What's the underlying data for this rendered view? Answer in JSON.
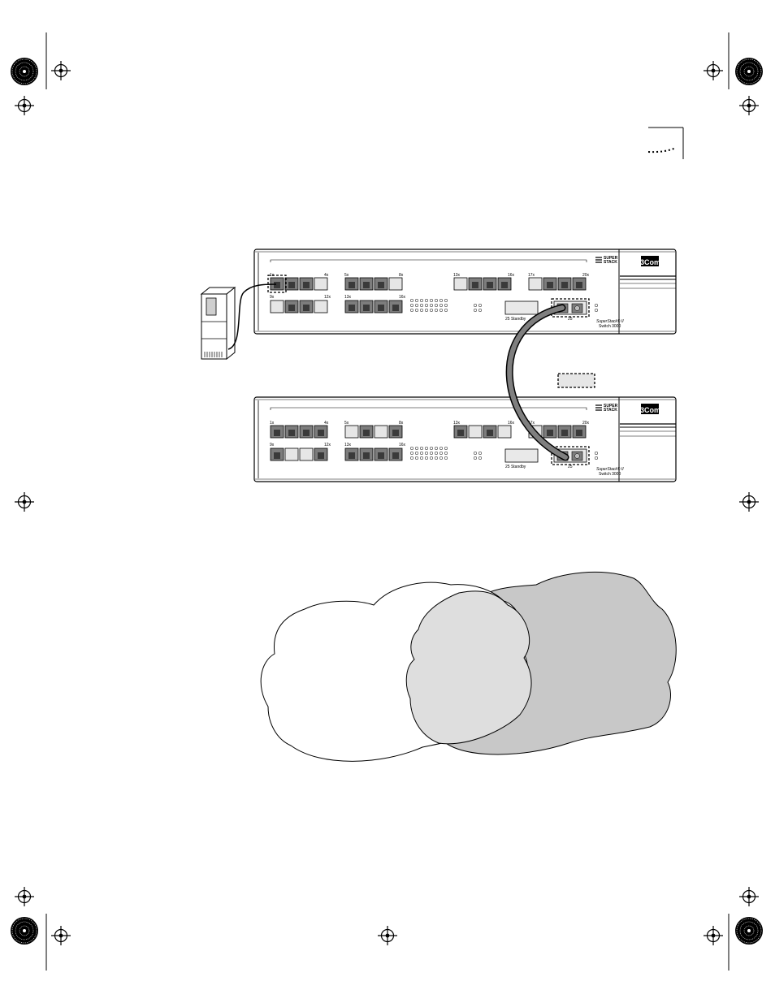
{
  "switches": [
    {
      "model_label": "SuperStack® II",
      "model_sub": "Switch 3000",
      "brand_line1": "SUPER",
      "brand_line2": "STACK",
      "logo_text": "3Com",
      "port_labels_top": [
        "1x",
        "4x",
        "5x",
        "8x",
        "13x",
        "16x",
        "17x",
        "20x"
      ],
      "port_labels_bottom": [
        "9x",
        "12x",
        "13x",
        "16x"
      ],
      "module_label_left": "25 Standby",
      "module_label_right": "25"
    },
    {
      "model_label": "SuperStack® II",
      "model_sub": "Switch 3000",
      "brand_line1": "SUPER",
      "brand_line2": "STACK",
      "logo_text": "3Com",
      "port_labels_top": [
        "1x",
        "4x",
        "5x",
        "8x",
        "13x",
        "16x",
        "17x",
        "20x"
      ],
      "port_labels_bottom": [
        "9x",
        "12x",
        "13x",
        "16x"
      ],
      "module_label_left": "25 Standby",
      "module_label_right": "25"
    }
  ],
  "icons": {
    "registration_mark": "registration-mark-icon",
    "crop_wheel": "crop-wheel-icon",
    "workstation": "workstation-icon",
    "cloud": "cloud-icon"
  },
  "colors": {
    "cable": "#7f7f7f",
    "cloud_light": "#dedede",
    "cloud_dark": "#c8c8c8",
    "port_fill": "#7d7d7d",
    "panel_fill": "#e9e9e9"
  }
}
